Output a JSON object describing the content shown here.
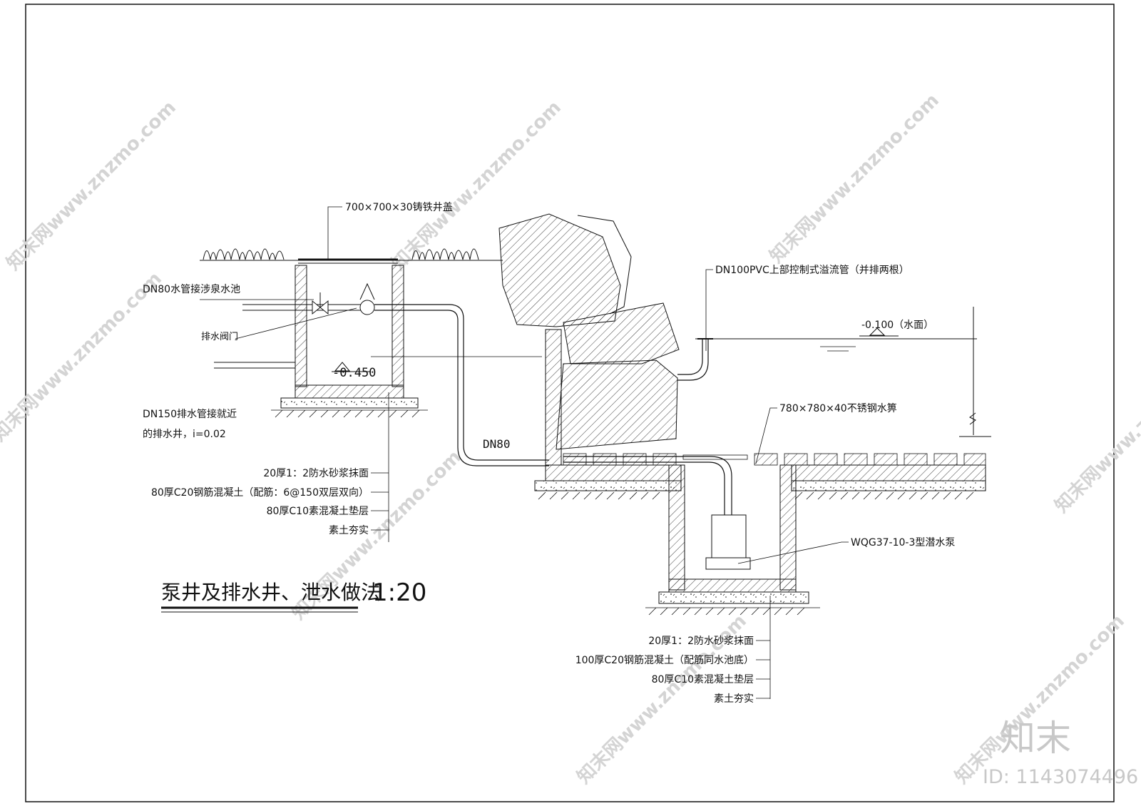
{
  "drawing": {
    "title": "泵井及排水井、泄水做法",
    "scale": "1:20"
  },
  "labels": {
    "cover": "700×700×30铸铁井盖",
    "inlet_pipe": "DN80水管接涉泉水池",
    "drain_valve": "排水阀门",
    "drain_pipe_line1": "DN150排水管接就近",
    "drain_pipe_line2": "的排水井，i=0.02",
    "well_level": "-0.450",
    "pipe_dn80": "DN80",
    "overflow": "DN100PVC上部控制式溢流管（并排两根）",
    "water_level": "-0.100（水面）",
    "grate": "780×780×40不锈钢水箅",
    "pump": "WQG37-10-3型潜水泵"
  },
  "layers_left": [
    "20厚1：2防水砂浆抹面",
    "80厚C20钢筋混凝土（配筋：6@150双层双向）",
    "80厚C10素混凝土垫层",
    "素土夯实"
  ],
  "layers_right": [
    "20厚1：2防水砂浆抹面",
    "100厚C20钢筋混凝土（配筋同水池底）",
    "80厚C10素混凝土垫层",
    "素土夯实"
  ],
  "watermark": {
    "logo": "知末",
    "id": "ID: 1143074496",
    "site": "知末网www.znzmo.com"
  },
  "colors": {
    "line": "#111111",
    "watermark": "#d4d4d4"
  }
}
